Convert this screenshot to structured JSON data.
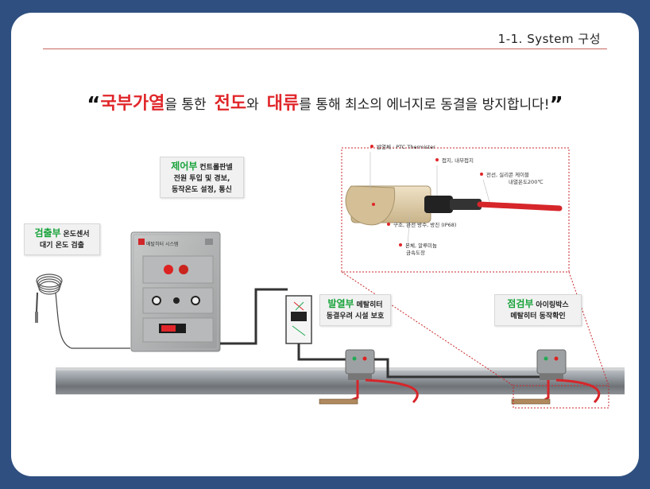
{
  "header": {
    "title": "1-1.  System 구성"
  },
  "headline": {
    "open_quote": "“",
    "p1": "국부가열",
    "p2": "을 통한",
    "p3": "전도",
    "p4": "와",
    "p5": "대류",
    "p6": "를 통해  최소의 에너지로  동결을 방지합니다!",
    "close_quote": "”"
  },
  "labels": {
    "control": {
      "title": "제어부",
      "sub": "컨트롤판넬",
      "line1": "전원 투입 및 경보,",
      "line2": "동작온도 설정, 통신"
    },
    "detector": {
      "title": "검출부",
      "sub": "온도센서",
      "line1": "대기 온도 검출"
    },
    "heater": {
      "title": "발열부",
      "sub": "메탈히터",
      "line1": "동결우려 시설 보호"
    },
    "check": {
      "title": "점검부",
      "sub": "아이링박스",
      "line1": "메탈히터  동작확인"
    }
  },
  "callouts": {
    "body": "발열체 :  PTC Thermister",
    "ground": "접지, 내부접지",
    "cable": "전선, 실리콘 케이블",
    "cable2": "내열온도200℃",
    "structure": "구조,  완전 방수, 방진 (IP68)",
    "alu": "본체,  알루미늄",
    "alu2": "금속도장"
  },
  "panel": {
    "title": "메탈히터 시스템"
  },
  "colors": {
    "accent_red": "#e0262a",
    "accent_green": "#19a33b",
    "frame": "#2f4f80",
    "cable": "#d6262a"
  }
}
